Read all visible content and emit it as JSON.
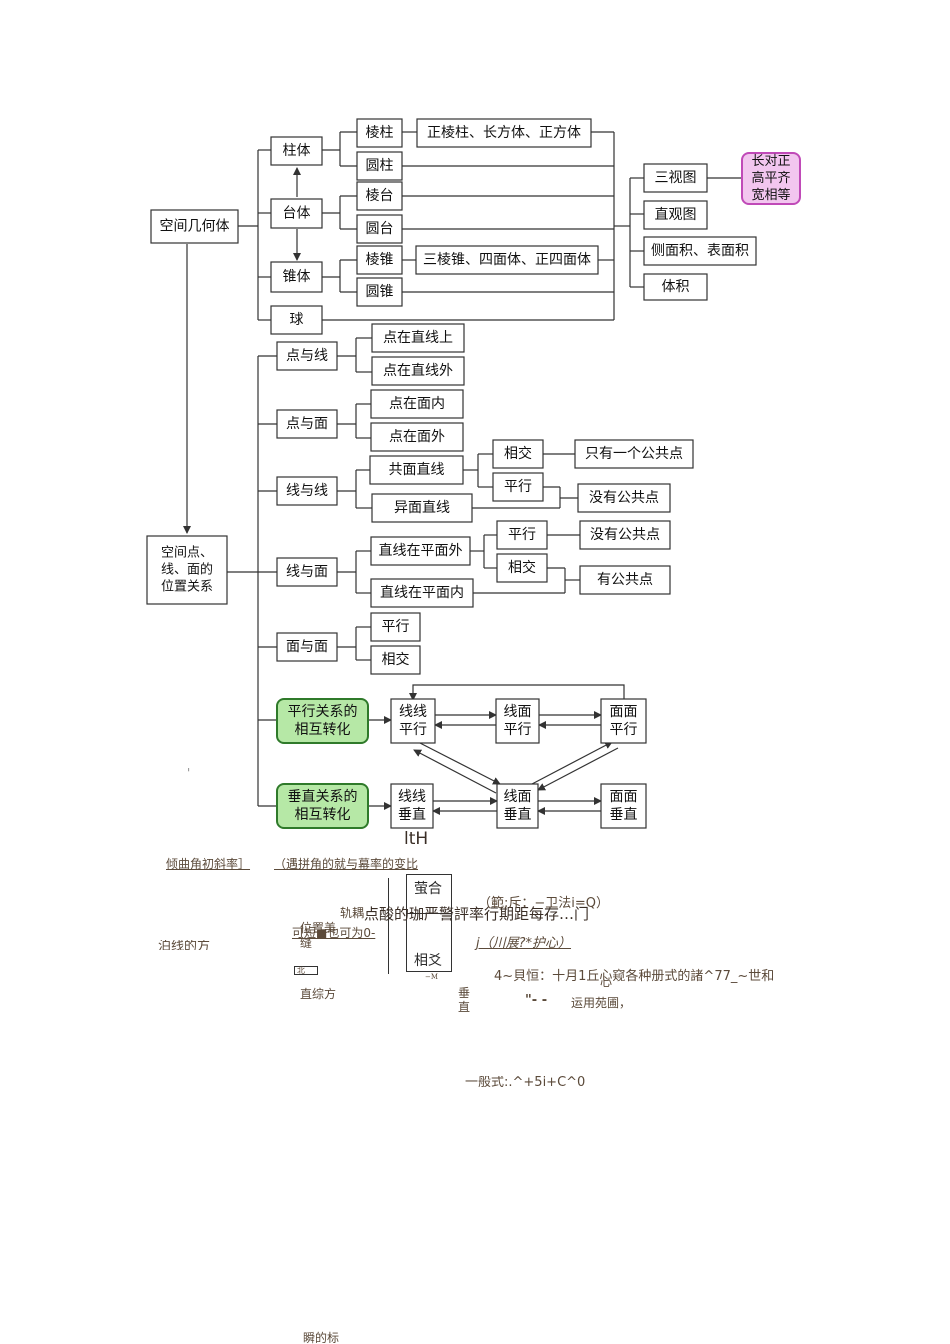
{
  "diagram": {
    "root1": "空间几何体",
    "root2_lines": [
      "空间点、",
      "线、面的",
      "位置关系"
    ],
    "solids": {
      "prism_group": "柱体",
      "frustum_group": "台体",
      "cone_group": "锥体",
      "sphere": "球",
      "prism": "棱柱",
      "cylinder": "圆柱",
      "prism_types": "正棱柱、长方体、正方体",
      "frustum": "棱台",
      "round_frustum": "圆台",
      "pyramid": "棱锥",
      "pyramid_types": "三棱锥、四面体、正四面体",
      "cone": "圆锥"
    },
    "views": {
      "three_views": "三视图",
      "three_views_rule_lines": [
        "长对正",
        "高平齐",
        "宽相等"
      ],
      "intuitive": "直观图",
      "area": "侧面积、表面积",
      "volume": "体积"
    },
    "positions": {
      "point_line": "点与线",
      "point_on_line": "点在直线上",
      "point_off_line": "点在直线外",
      "point_plane": "点与面",
      "point_in_plane": "点在面内",
      "point_off_plane": "点在面外",
      "line_line": "线与线",
      "coplanar": "共面直线",
      "skew": "异面直线",
      "intersect": "相交",
      "parallel": "平行",
      "one_common": "只有一个公共点",
      "no_common": "没有公共点",
      "line_plane": "线与面",
      "line_outside": "直线在平面外",
      "line_inside": "直线在平面内",
      "has_common": "有公共点",
      "plane_plane": "面与面"
    },
    "transforms": {
      "parallel_lines": [
        "平行关系的",
        "相互转化"
      ],
      "perp_lines": [
        "垂直关系的",
        "相互转化"
      ],
      "ll_par": [
        "线线",
        "平行"
      ],
      "lp_par": [
        "线面",
        "平行"
      ],
      "pp_par": [
        "面面",
        "平行"
      ],
      "ll_perp": [
        "线线",
        "垂直"
      ],
      "lp_perp": [
        "线面",
        "垂直"
      ],
      "pp_perp": [
        "面面",
        "垂直"
      ]
    },
    "colors": {
      "line": "#333333",
      "pink": "#f2c6ef",
      "pink_border": "#c04ab8",
      "green": "#b6e8a6",
      "green_border": "#2f7a2a"
    }
  },
  "fragments": {
    "lh": "ltH",
    "slope": "倾曲角初斜率］",
    "slope_note": "（遇拼角的就与幕率的变比",
    "merge": "萤合",
    "track": "轨耦",
    "main_line": "点酸的珈严警評率行期距每存…门",
    "cond1": "（範;斥：−卫法i=Q）",
    "location": "位置美",
    "may_be": "可短■也可为0-",
    "seam": "缝",
    "cond2": "j（川展?*护心）",
    "left_cut": "泊线的方",
    "cross": "相爻",
    "small_box": "北",
    "dash_m": "−M",
    "formula_note": "4~貝恒：十月1丘心窥各种册式的諸^77_~世和",
    "heart": "心",
    "straight": "直综方",
    "vertical_lines": [
      "垂",
      "直"
    ],
    "marks": "\"- -",
    "range": "运用苑圃，",
    "general": "一般式:.^+5i+C^0",
    "bottom": "瞬的标",
    "stray_mark": "'"
  }
}
